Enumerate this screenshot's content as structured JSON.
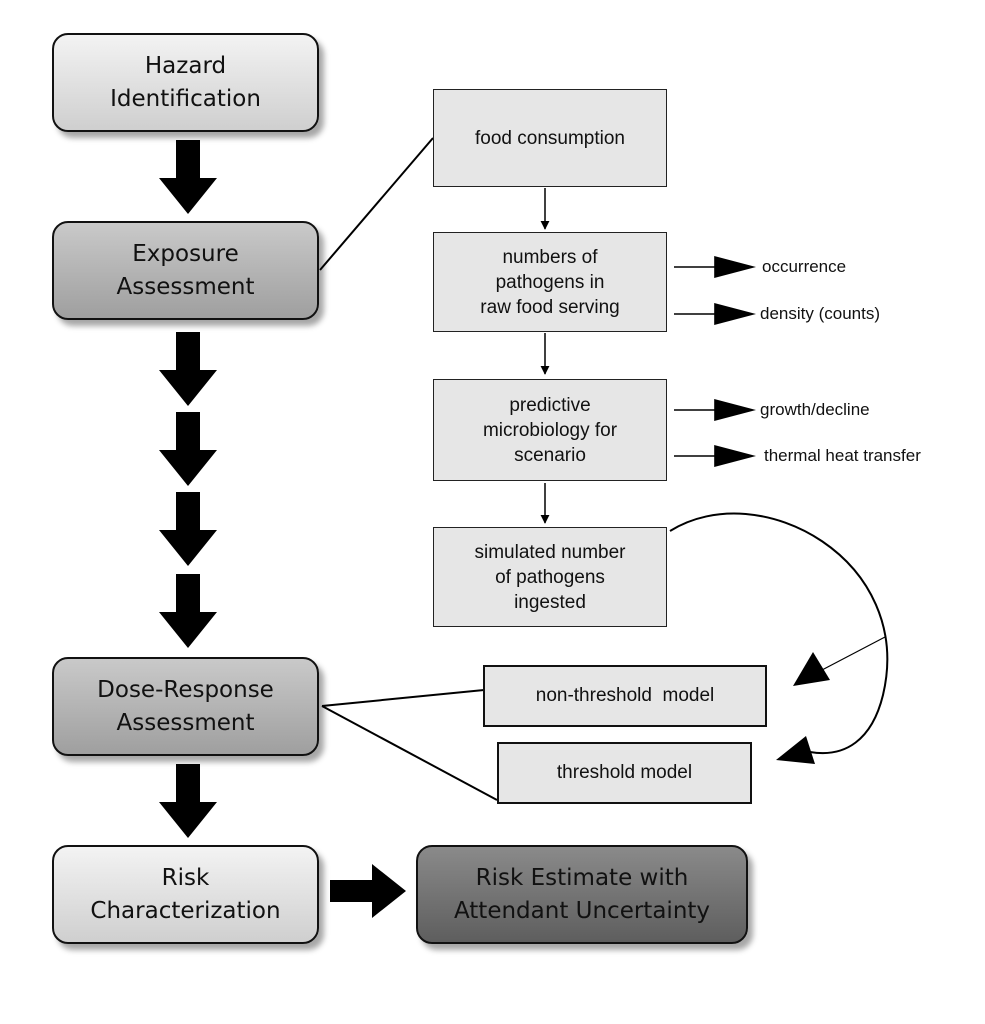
{
  "main_steps": {
    "hazard_identification": [
      "Hazard",
      "Identification"
    ],
    "exposure_assessment": [
      "Exposure",
      "Assessment"
    ],
    "dose_response_assessment": [
      "Dose-Response",
      "Assessment"
    ],
    "risk_characterization": [
      "Risk",
      "Characterization"
    ],
    "risk_estimate": [
      "Risk Estimate with",
      "Attendant Uncertainty"
    ]
  },
  "exposure_steps": {
    "food_consumption": [
      "food consumption"
    ],
    "pathogen_numbers": [
      "numbers of",
      "pathogens in",
      "raw food serving"
    ],
    "predictive_microbiology": [
      "predictive",
      "microbiology for",
      "scenario"
    ],
    "simulated_ingested": [
      "simulated number",
      "of pathogens",
      "ingested"
    ]
  },
  "side_outputs": {
    "occurrence": "occurrence",
    "density": "density (counts)",
    "growth_decline": "growth/decline",
    "thermal_heat_transfer": "thermal heat transfer"
  },
  "models": {
    "non_threshold": "non-threshold  model",
    "threshold": "threshold model"
  },
  "colors": {
    "box_light": "#e6e6e6",
    "box_mid": "#b4b4b4",
    "box_dark": "#737373",
    "arrow": "#000000"
  }
}
